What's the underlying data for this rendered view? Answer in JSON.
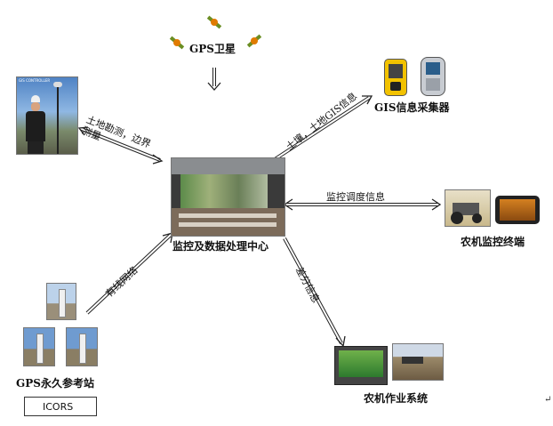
{
  "nodes": {
    "gps_satellite": "GPS卫星",
    "gis_collector": "GIS信息采集器",
    "center": "监控及数据处理中心",
    "farm_monitor_terminal": "农机监控终端",
    "farm_operation_system": "农机作业系统",
    "gps_reference_station": "GPS永久参考站",
    "icors": "ICORS"
  },
  "edges": {
    "survey": "土地勘测，边界测量",
    "gis_info": "土壤，土地GIS信息",
    "dispatch": "监控调度信息",
    "wired": "有线网络",
    "diff": "差分信息"
  },
  "misc": {
    "photo_caption": "GIS CONTROLLER",
    "return_mark": "↵"
  }
}
